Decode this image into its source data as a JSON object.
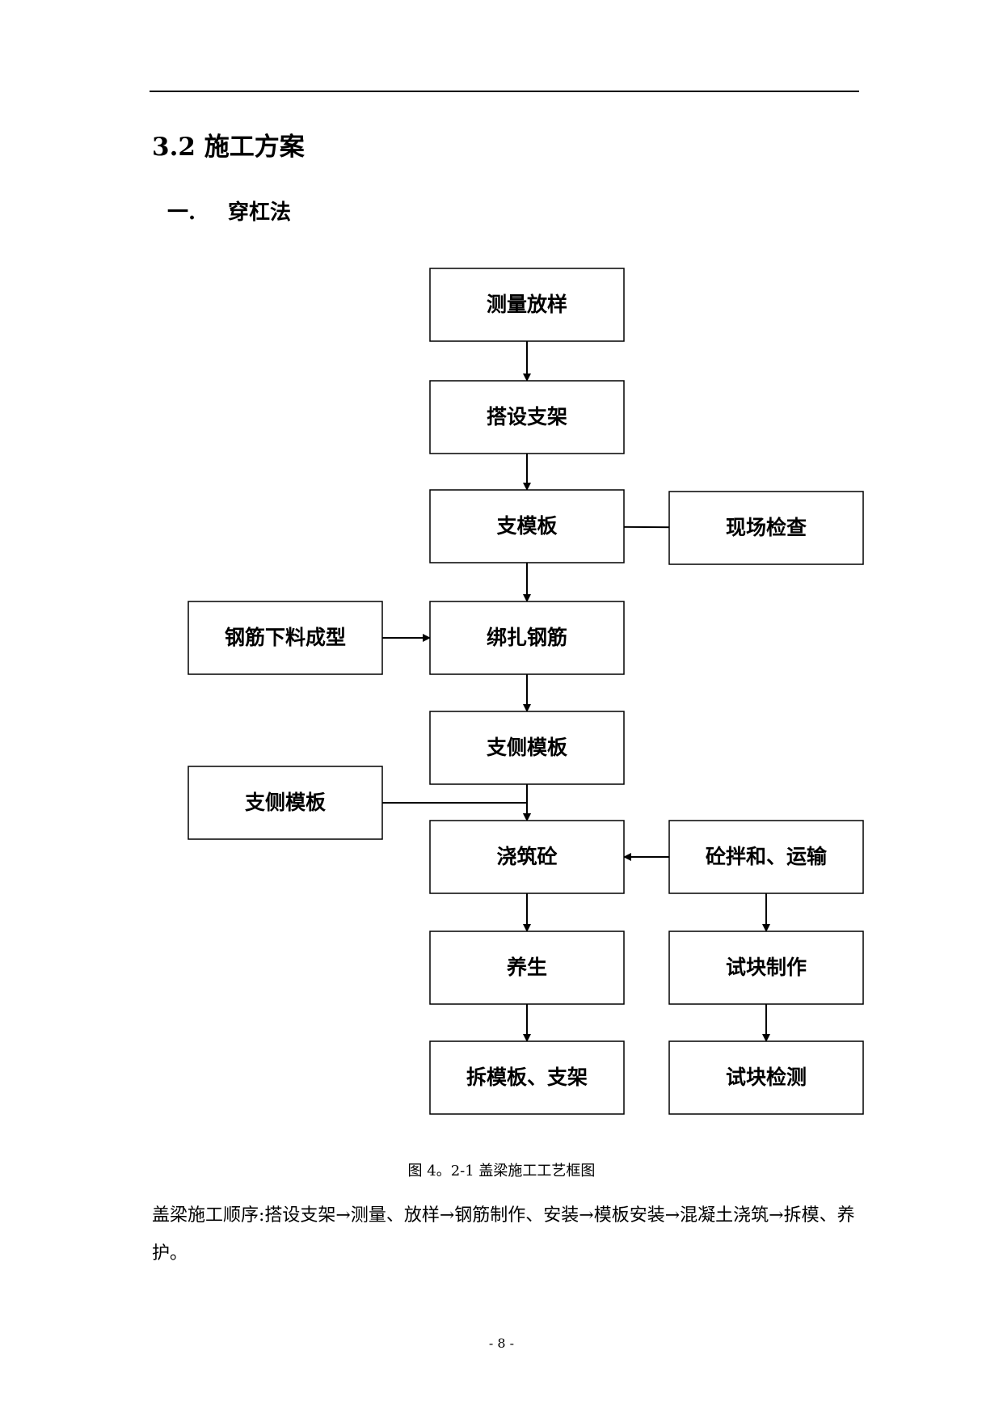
{
  "section": {
    "number": "3.2",
    "title": "施工方案"
  },
  "subsection": {
    "number": "一.",
    "title": "穿杠法"
  },
  "flowchart": {
    "nodes": [
      {
        "id": "measure",
        "label": "测量放样"
      },
      {
        "id": "scaffold",
        "label": "搭设支架"
      },
      {
        "id": "formwork",
        "label": "支模板"
      },
      {
        "id": "inspection",
        "label": "现场检查"
      },
      {
        "id": "rebar-prep",
        "label": "钢筋下料成型"
      },
      {
        "id": "rebar-tie",
        "label": "绑扎钢筋"
      },
      {
        "id": "side-form-1",
        "label": "支侧模板"
      },
      {
        "id": "side-form-2",
        "label": "支侧模板"
      },
      {
        "id": "pour",
        "label": "浇筑砼"
      },
      {
        "id": "mixing",
        "label": "砼拌和、运输"
      },
      {
        "id": "curing",
        "label": "养生"
      },
      {
        "id": "specimen-make",
        "label": "试块制作"
      },
      {
        "id": "demold",
        "label": "拆模板、支架"
      },
      {
        "id": "specimen-test",
        "label": "试块检测"
      }
    ],
    "edges": [
      {
        "from": "measure",
        "to": "scaffold"
      },
      {
        "from": "scaffold",
        "to": "formwork"
      },
      {
        "from": "inspection",
        "to": "formwork"
      },
      {
        "from": "formwork",
        "to": "rebar-tie"
      },
      {
        "from": "rebar-prep",
        "to": "rebar-tie"
      },
      {
        "from": "rebar-tie",
        "to": "side-form-1"
      },
      {
        "from": "side-form-1",
        "to": "pour"
      },
      {
        "from": "side-form-2",
        "to": "pour"
      },
      {
        "from": "mixing",
        "to": "pour"
      },
      {
        "from": "mixing",
        "to": "specimen-make"
      },
      {
        "from": "pour",
        "to": "curing"
      },
      {
        "from": "curing",
        "to": "demold"
      },
      {
        "from": "specimen-make",
        "to": "specimen-test"
      }
    ]
  },
  "caption": "图 4。2-1 盖梁施工工艺框图",
  "paragraph": "盖梁施工顺序:搭设支架→测量、放样→钢筋制作、安装→模板安装→混凝土浇筑→拆模、养护。",
  "page_number": "- 8 -"
}
